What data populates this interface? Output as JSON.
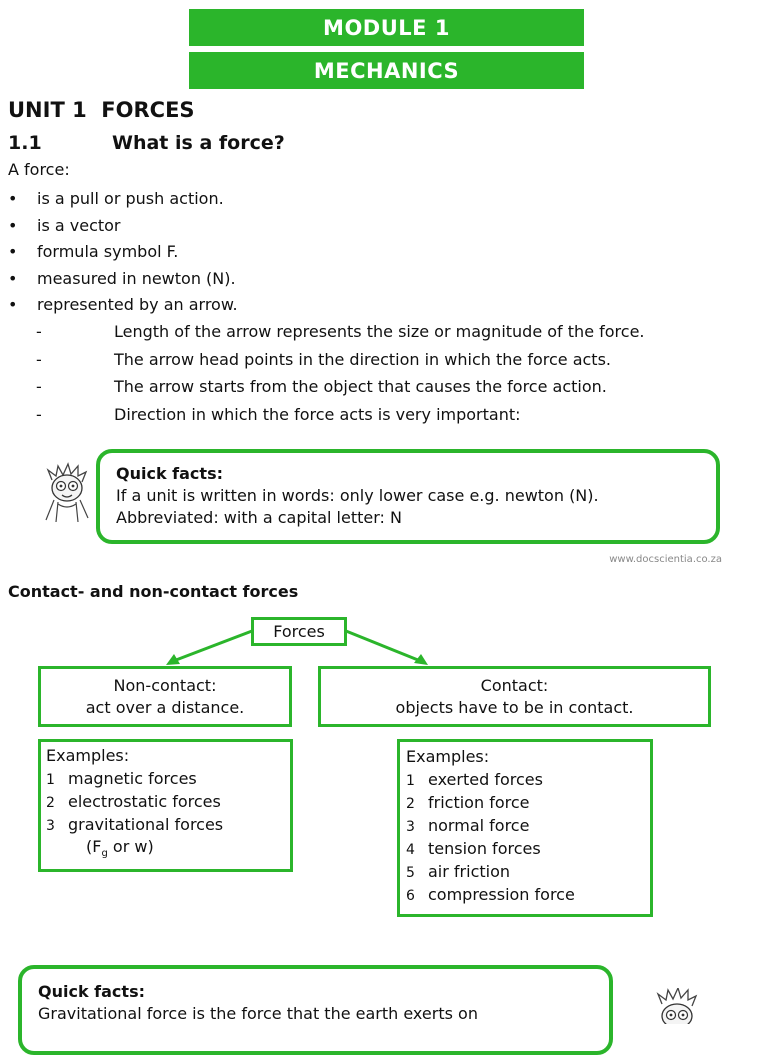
{
  "header": {
    "module": "MODULE 1",
    "subject": "MECHANICS"
  },
  "unit": {
    "title": "UNIT 1  FORCES",
    "section_number": "1.1",
    "section_title": "What is a force?"
  },
  "intro": "A force:",
  "bullet_symbol": "•",
  "dash_symbol": "-",
  "bullets": [
    "is a pull or push action.",
    "is a vector",
    "formula symbol F.",
    "measured in newton (N).",
    "represented by an arrow."
  ],
  "sub_points": [
    "Length of the arrow represents the size or magnitude of the force.",
    "The arrow head points in the direction in which the force acts.",
    "The arrow starts from the object that causes the force action.",
    "Direction in which the force acts is very important:"
  ],
  "quick_facts_1": {
    "heading": "Quick facts:",
    "lines": [
      "If a unit is written in words: only lower case e.g. newton (N).",
      "Abbreviated: with a capital letter: N"
    ]
  },
  "credit": "www.docscientia.co.za",
  "contact_heading": "Contact- and non-contact forces",
  "diagram": {
    "root": "Forces",
    "non_contact": {
      "line1": "Non-contact:",
      "line2": "act over a distance.",
      "examples_heading": "Examples:",
      "examples": [
        "magnetic forces",
        "electrostatic forces",
        "gravitational forces"
      ],
      "note_pre": "(F",
      "note_sub": "g",
      "note_post": " or w)"
    },
    "contact": {
      "line1": "Contact:",
      "line2": "objects have to be in contact.",
      "examples_heading": "Examples:",
      "examples": [
        "exerted forces",
        "friction force",
        "normal force",
        "tension forces",
        "air friction",
        "compression force"
      ]
    }
  },
  "quick_facts_2": {
    "heading": "Quick facts:",
    "line": "Gravitational force is the force that the earth exerts on"
  },
  "colors": {
    "accent": "#2bb52b"
  }
}
